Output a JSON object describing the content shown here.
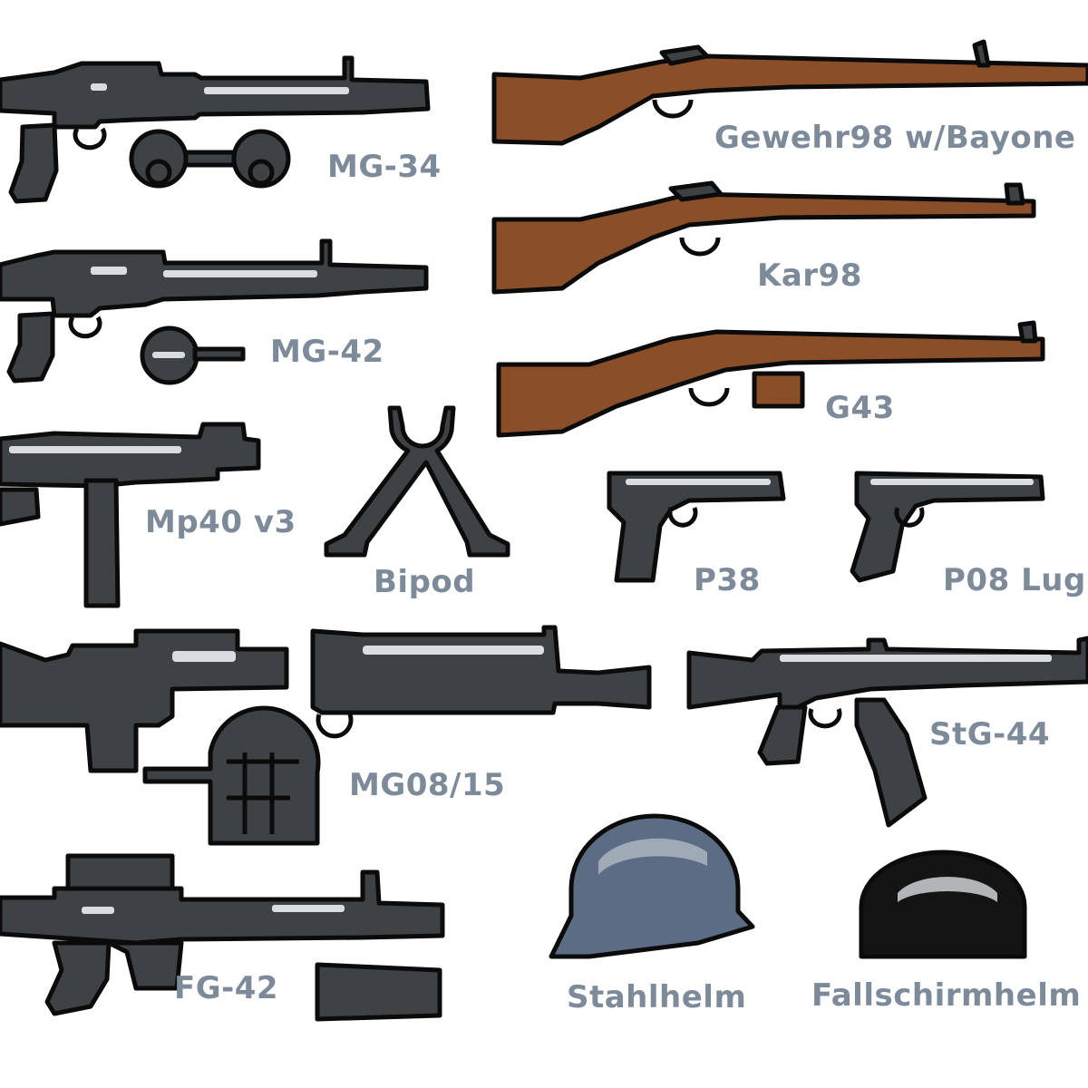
{
  "colors": {
    "background": "#ffffff",
    "label": "#7c8a99",
    "gunmetal": "#3f4245",
    "wood": "#8a4e28",
    "helmet_blue": "#5b6c84",
    "outline": "#0b0b0b"
  },
  "items": [
    {
      "label": "MG-34",
      "icon": "machine-gun-icon"
    },
    {
      "label": "MG-42",
      "icon": "machine-gun-icon"
    },
    {
      "label": "Mp40 v3",
      "icon": "submachine-gun-icon"
    },
    {
      "label": "Bipod",
      "icon": "bipod-icon"
    },
    {
      "label": "MG08/15",
      "icon": "machine-gun-icon"
    },
    {
      "label": "FG-42",
      "icon": "rifle-icon"
    },
    {
      "label": "Gewehr98 w/Bayone",
      "icon": "rifle-icon"
    },
    {
      "label": "Kar98",
      "icon": "rifle-icon"
    },
    {
      "label": "G43",
      "icon": "rifle-icon"
    },
    {
      "label": "P38",
      "icon": "pistol-icon"
    },
    {
      "label": "P08 Lug",
      "icon": "pistol-icon"
    },
    {
      "label": "StG-44",
      "icon": "assault-rifle-icon"
    },
    {
      "label": "Stahlhelm",
      "icon": "helmet-icon"
    },
    {
      "label": "Fallschirmhelm",
      "icon": "helmet-icon"
    }
  ]
}
